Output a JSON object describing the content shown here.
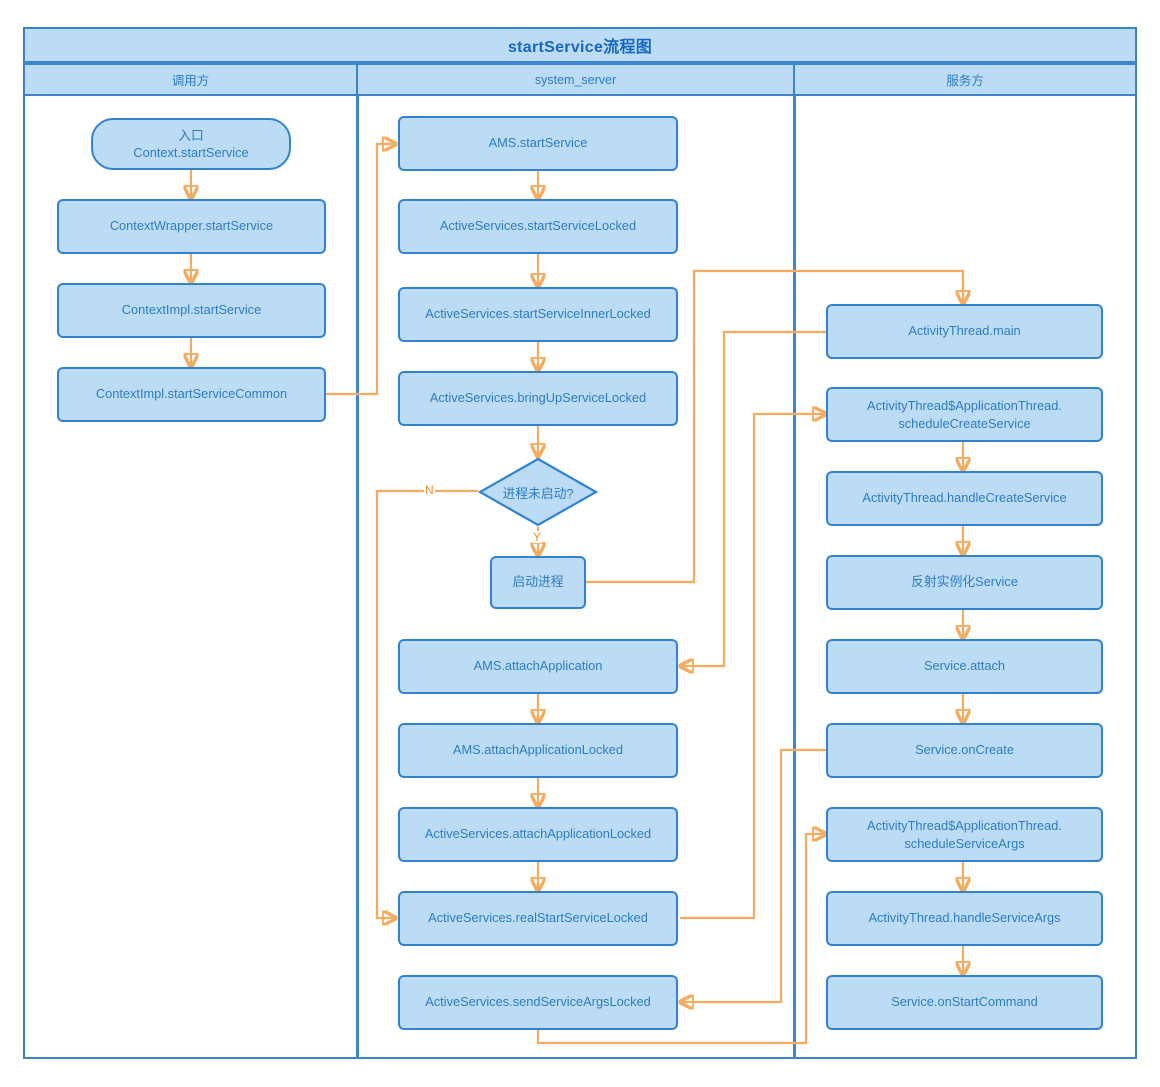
{
  "diagram": {
    "title": "startService流程图",
    "lanes": [
      {
        "id": "caller",
        "label": "调用方"
      },
      {
        "id": "system_server",
        "label": "system_server"
      },
      {
        "id": "service",
        "label": "服务方"
      }
    ],
    "nodes": {
      "entry": {
        "label": "入口\nContext.startService",
        "line1": "入口",
        "line2": "Context.startService",
        "shape": "terminator",
        "lane": "caller"
      },
      "ctxwrapper": {
        "label": "ContextWrapper.startService",
        "shape": "process",
        "lane": "caller"
      },
      "ctximpl": {
        "label": "ContextImpl.startService",
        "shape": "process",
        "lane": "caller"
      },
      "ctximplcommon": {
        "label": "ContextImpl.startServiceCommon",
        "shape": "process",
        "lane": "caller"
      },
      "amsstart": {
        "label": "AMS.startService",
        "shape": "process",
        "lane": "system_server"
      },
      "asstartlocked": {
        "label": "ActiveServices.startServiceLocked",
        "shape": "process",
        "lane": "system_server"
      },
      "asinnerlocked": {
        "label": "ActiveServices.startServiceInnerLocked",
        "shape": "process",
        "lane": "system_server"
      },
      "asbringup": {
        "label": "ActiveServices.bringUpServiceLocked",
        "shape": "process",
        "lane": "system_server"
      },
      "decision": {
        "label": "进程未启动?",
        "shape": "decision",
        "lane": "system_server"
      },
      "startproc": {
        "label": "启动进程",
        "shape": "process",
        "lane": "system_server"
      },
      "amsattach": {
        "label": "AMS.attachApplication",
        "shape": "process",
        "lane": "system_server"
      },
      "amsattachlk": {
        "label": "AMS.attachApplicationLocked",
        "shape": "process",
        "lane": "system_server"
      },
      "asattachlk": {
        "label": "ActiveServices.attachApplicationLocked",
        "shape": "process",
        "lane": "system_server"
      },
      "asrealstart": {
        "label": "ActiveServices.realStartServiceLocked",
        "shape": "process",
        "lane": "system_server"
      },
      "assendargs": {
        "label": "ActiveServices.sendServiceArgsLocked",
        "shape": "process",
        "lane": "system_server"
      },
      "atmain": {
        "label": "ActivityThread.main",
        "shape": "process",
        "lane": "service"
      },
      "atschedcreate": {
        "label": "ActivityThread$ApplicationThread.\nscheduleCreateService",
        "line1": "ActivityThread$ApplicationThread.",
        "line2": "scheduleCreateService",
        "shape": "process",
        "lane": "service"
      },
      "athandlecreate": {
        "label": "ActivityThread.handleCreateService",
        "shape": "process",
        "lane": "service"
      },
      "reflect": {
        "label": "反射实例化Service",
        "shape": "process",
        "lane": "service"
      },
      "svcattach": {
        "label": "Service.attach",
        "shape": "process",
        "lane": "service"
      },
      "svconcreate": {
        "label": "Service.onCreate",
        "shape": "process",
        "lane": "service"
      },
      "atschedargs": {
        "label": "ActivityThread$ApplicationThread.\nscheduleServiceArgs",
        "line1": "ActivityThread$ApplicationThread.",
        "line2": "scheduleServiceArgs",
        "shape": "process",
        "lane": "service"
      },
      "athandleargs": {
        "label": "ActivityThread.handleServiceArgs",
        "shape": "process",
        "lane": "service"
      },
      "svconstart": {
        "label": "Service.onStartCommand",
        "shape": "process",
        "lane": "service"
      }
    },
    "edge_labels": {
      "no": "N",
      "yes": "Y"
    },
    "edges": [
      {
        "from": "entry",
        "to": "ctxwrapper",
        "label": ""
      },
      {
        "from": "ctxwrapper",
        "to": "ctximpl",
        "label": ""
      },
      {
        "from": "ctximpl",
        "to": "ctximplcommon",
        "label": ""
      },
      {
        "from": "ctximplcommon",
        "to": "amsstart",
        "label": ""
      },
      {
        "from": "amsstart",
        "to": "asstartlocked",
        "label": ""
      },
      {
        "from": "asstartlocked",
        "to": "asinnerlocked",
        "label": ""
      },
      {
        "from": "asinnerlocked",
        "to": "asbringup",
        "label": ""
      },
      {
        "from": "asbringup",
        "to": "decision",
        "label": ""
      },
      {
        "from": "decision",
        "to": "startproc",
        "label": "Y"
      },
      {
        "from": "decision",
        "to": "asrealstart",
        "label": "N"
      },
      {
        "from": "startproc",
        "to": "atmain",
        "label": ""
      },
      {
        "from": "atmain",
        "to": "amsattach",
        "label": ""
      },
      {
        "from": "amsattach",
        "to": "amsattachlk",
        "label": ""
      },
      {
        "from": "amsattachlk",
        "to": "asattachlk",
        "label": ""
      },
      {
        "from": "asattachlk",
        "to": "asrealstart",
        "label": ""
      },
      {
        "from": "asrealstart",
        "to": "atschedcreate",
        "label": ""
      },
      {
        "from": "atschedcreate",
        "to": "athandlecreate",
        "label": ""
      },
      {
        "from": "athandlecreate",
        "to": "reflect",
        "label": ""
      },
      {
        "from": "reflect",
        "to": "svcattach",
        "label": ""
      },
      {
        "from": "svcattach",
        "to": "svconcreate",
        "label": ""
      },
      {
        "from": "svconcreate",
        "to": "assendargs",
        "label": ""
      },
      {
        "from": "assendargs",
        "to": "atschedargs",
        "label": ""
      },
      {
        "from": "atschedargs",
        "to": "athandleargs",
        "label": ""
      },
      {
        "from": "athandleargs",
        "to": "svconstart",
        "label": ""
      }
    ],
    "colors": {
      "node_fill": "#bcdcf5",
      "node_border": "#3183d0",
      "node_text": "#2d7cc4",
      "title_text": "#1668c1",
      "lane_border": "#3d85c8",
      "connector": "#f5ab60",
      "edge_label_text": "#f08c2e",
      "background": "#ffffff"
    }
  }
}
